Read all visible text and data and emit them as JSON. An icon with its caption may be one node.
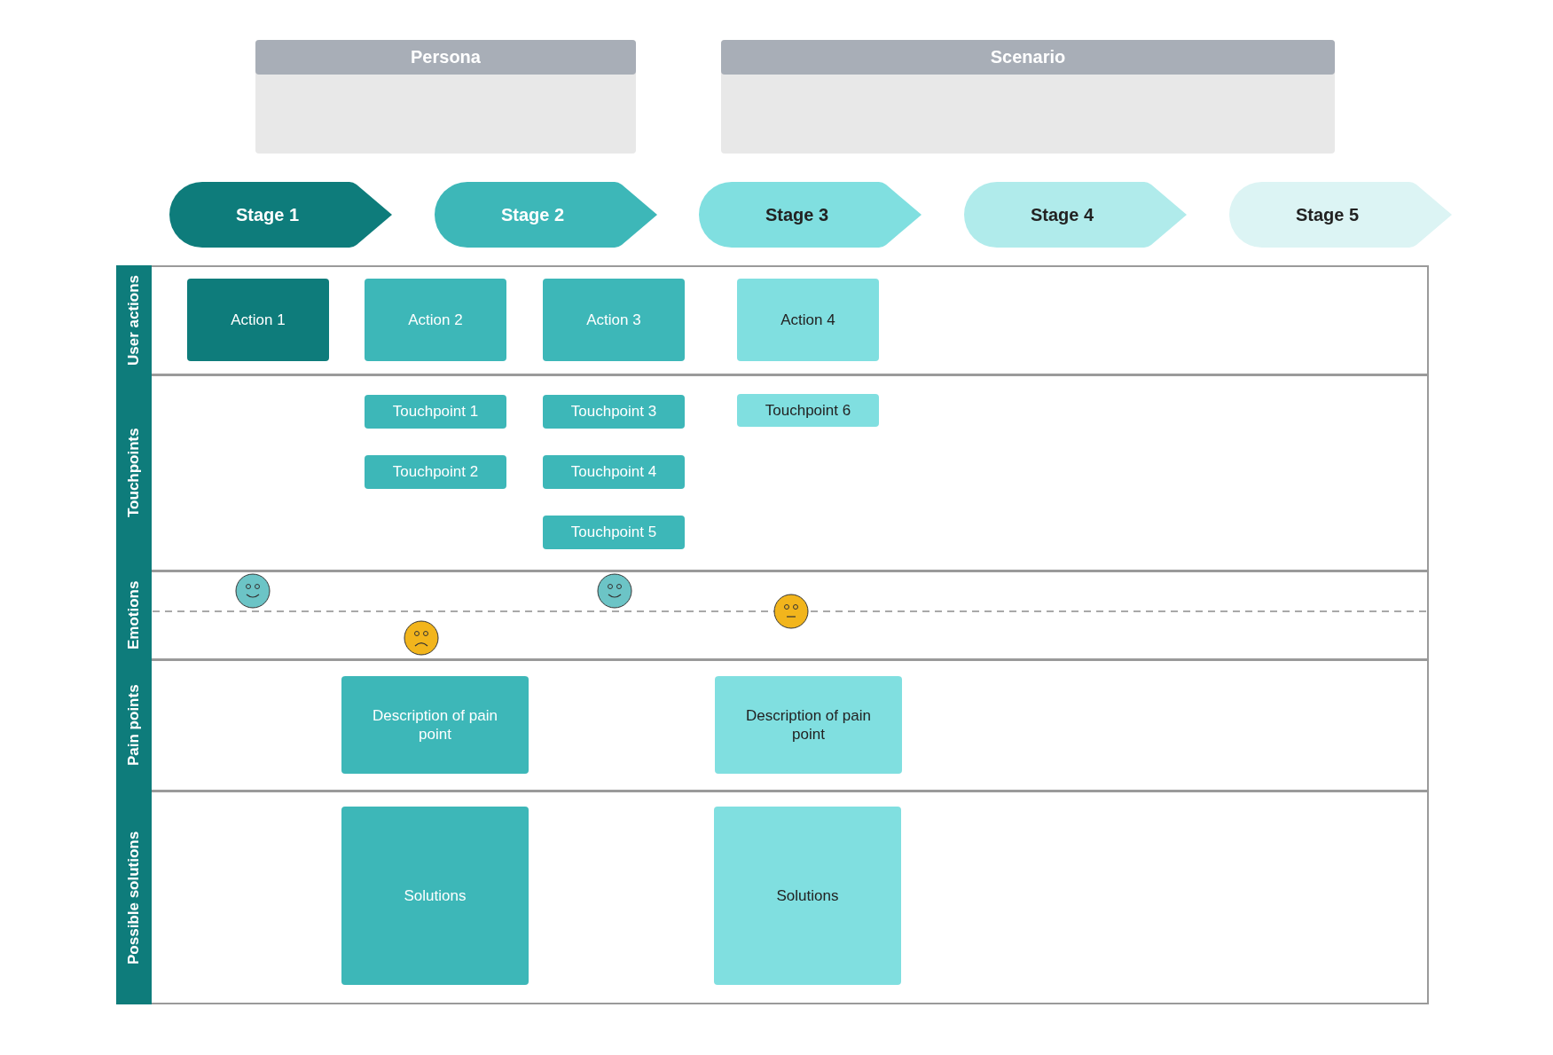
{
  "diagram": {
    "nodes": [
      {
        "text": [
          "Persona"
        ]
      },
      {
        "text": [
          "Scenario"
        ]
      },
      {
        "text": [
          "Stage 1"
        ]
      },
      {
        "text": [
          "Stage 2"
        ]
      },
      {
        "text": [
          "Stage 3"
        ]
      },
      {
        "text": [
          "Stage 4"
        ]
      },
      {
        "text": [
          "Stage 5"
        ]
      },
      {
        "text": [
          "User actions"
        ]
      },
      {
        "text": [
          "Action 1"
        ],
        "in": 7
      },
      {
        "text": [
          "Action 2"
        ],
        "in": 7
      },
      {
        "text": [
          "Action 3"
        ],
        "in": 7
      },
      {
        "text": [
          "Action 4"
        ],
        "in": 7
      },
      {
        "text": [
          "Touchpoints"
        ]
      },
      {
        "text": [
          "Touchpoint 1"
        ],
        "in": 12
      },
      {
        "text": [
          "Touchpoint 2"
        ],
        "in": 12
      },
      {
        "text": [
          "Touchpoint 3"
        ],
        "in": 12
      },
      {
        "text": [
          "Touchpoint 4"
        ],
        "in": 12
      },
      {
        "text": [
          "Touchpoint 5"
        ],
        "in": 12
      },
      {
        "text": [
          "Touchpoint 6"
        ],
        "in": 12
      },
      {
        "text": [
          "Emotions"
        ]
      },
      {
        "text": [
          "Pain points"
        ]
      },
      {
        "text": [
          "Description of pain point"
        ],
        "in": 20
      },
      {
        "text": [
          "Description of pain point"
        ],
        "in": 20
      },
      {
        "text": [
          "Possible solutions"
        ]
      },
      {
        "text": [
          "Solutions"
        ],
        "in": 23
      },
      {
        "text": [
          "Solutions"
        ],
        "in": 23
      }
    ],
    "edges": []
  }
}
